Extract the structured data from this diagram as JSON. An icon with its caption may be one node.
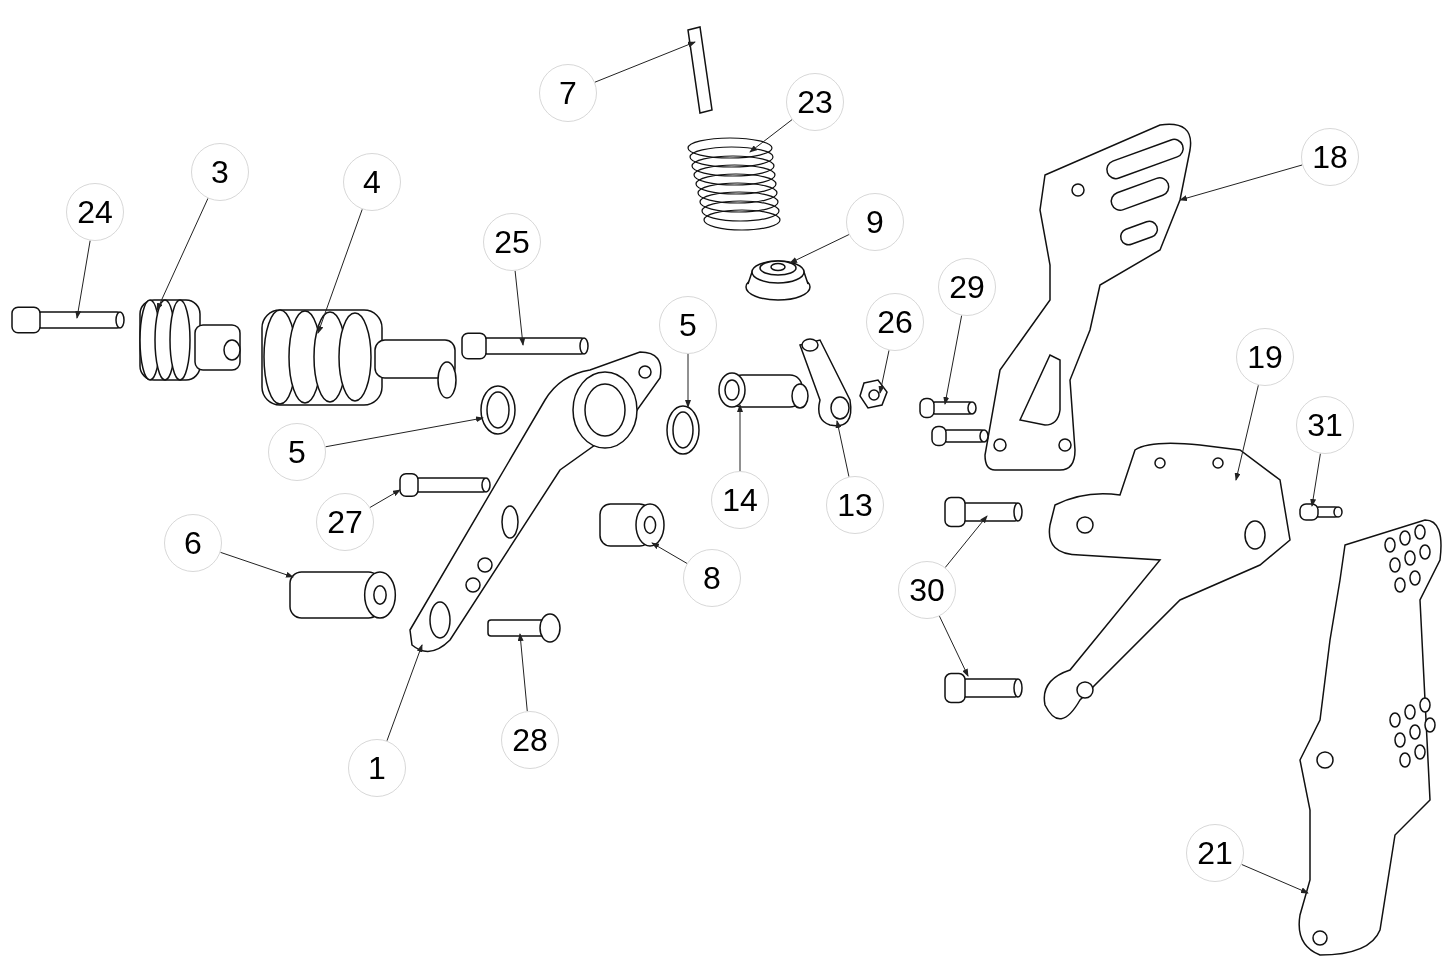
{
  "diagram": {
    "nodes": [
      {
        "text": [
          "7"
        ]
      },
      {
        "text": [
          "23"
        ]
      },
      {
        "text": [
          "3"
        ]
      },
      {
        "text": [
          "4"
        ]
      },
      {
        "text": [
          "24"
        ]
      },
      {
        "text": [
          "25"
        ]
      },
      {
        "text": [
          "9"
        ]
      },
      {
        "text": [
          "18"
        ]
      },
      {
        "text": [
          "5"
        ]
      },
      {
        "text": [
          "26"
        ]
      },
      {
        "text": [
          "29"
        ]
      },
      {
        "text": [
          "19"
        ]
      },
      {
        "text": [
          "31"
        ]
      },
      {
        "text": [
          "5"
        ]
      },
      {
        "text": [
          "14"
        ]
      },
      {
        "text": [
          "13"
        ]
      },
      {
        "text": [
          "27"
        ]
      },
      {
        "text": [
          "6"
        ]
      },
      {
        "text": [
          "8"
        ]
      },
      {
        "text": [
          "30"
        ]
      },
      {
        "text": [
          "28"
        ]
      },
      {
        "text": [
          "1"
        ]
      },
      {
        "text": [
          "21"
        ]
      },
      {
        "text": [],
        "shape": "picture"
      },
      {
        "text": [],
        "shape": "picture"
      },
      {
        "text": [],
        "shape": "picture"
      },
      {
        "text": [],
        "shape": "picture"
      },
      {
        "text": [],
        "shape": "picture"
      },
      {
        "text": [],
        "shape": "picture"
      },
      {
        "text": [],
        "shape": "picture"
      },
      {
        "text": [],
        "shape": "picture"
      },
      {
        "text": [],
        "shape": "picture"
      },
      {
        "text": [],
        "shape": "picture"
      },
      {
        "text": [],
        "shape": "picture"
      },
      {
        "text": [],
        "shape": "picture"
      },
      {
        "text": [],
        "shape": "picture"
      },
      {
        "text": [],
        "shape": "picture"
      },
      {
        "text": [],
        "shape": "picture"
      },
      {
        "text": [],
        "shape": "picture"
      },
      {
        "text": [],
        "shape": "picture"
      },
      {
        "text": [],
        "shape": "cylinder"
      },
      {
        "text": [],
        "shape": "cylinder"
      },
      {
        "text": [],
        "shape": "picture"
      },
      {
        "text": [],
        "shape": "picture"
      },
      {
        "text": [],
        "shape": "picture"
      },
      {
        "text": [],
        "shape": "picture"
      },
      {
        "text": [],
        "shape": "picture"
      },
      {
        "text": [],
        "shape": "picture"
      }
    ],
    "edges": [
      {
        "from": 0,
        "to": 23,
        "arrow": "to"
      },
      {
        "from": 1,
        "to": 24,
        "arrow": "to"
      },
      {
        "from": 2,
        "to": 25,
        "arrow": "to"
      },
      {
        "from": 3,
        "to": 26,
        "arrow": "to"
      },
      {
        "from": 4,
        "to": 27,
        "arrow": "to"
      },
      {
        "from": 5,
        "to": 28,
        "arrow": "to"
      },
      {
        "from": 6,
        "to": 29,
        "arrow": "to"
      },
      {
        "from": 7,
        "to": 30,
        "arrow": "to"
      },
      {
        "from": 8,
        "to": 31,
        "arrow": "to"
      },
      {
        "from": 9,
        "to": 32,
        "arrow": "to"
      },
      {
        "from": 10,
        "to": 33,
        "arrow": "to"
      },
      {
        "from": 11,
        "to": 34,
        "arrow": "to"
      },
      {
        "from": 12,
        "to": 35,
        "arrow": "to"
      },
      {
        "from": 13,
        "to": 36,
        "arrow": "to"
      },
      {
        "from": 14,
        "to": 37,
        "arrow": "to"
      },
      {
        "from": 15,
        "to": 38,
        "arrow": "to"
      },
      {
        "from": 16,
        "to": 39,
        "arrow": "to"
      },
      {
        "from": 17,
        "to": 40,
        "arrow": "to"
      },
      {
        "from": 18,
        "to": 41,
        "arrow": "to"
      },
      {
        "from": 19,
        "to": 42,
        "arrow": "to"
      },
      {
        "from": 19,
        "to": 43,
        "arrow": "to"
      },
      {
        "from": 20,
        "to": 44,
        "arrow": "to"
      },
      {
        "from": 21,
        "to": 45,
        "arrow": "to"
      },
      {
        "from": 22,
        "to": 46,
        "arrow": "to"
      }
    ]
  }
}
